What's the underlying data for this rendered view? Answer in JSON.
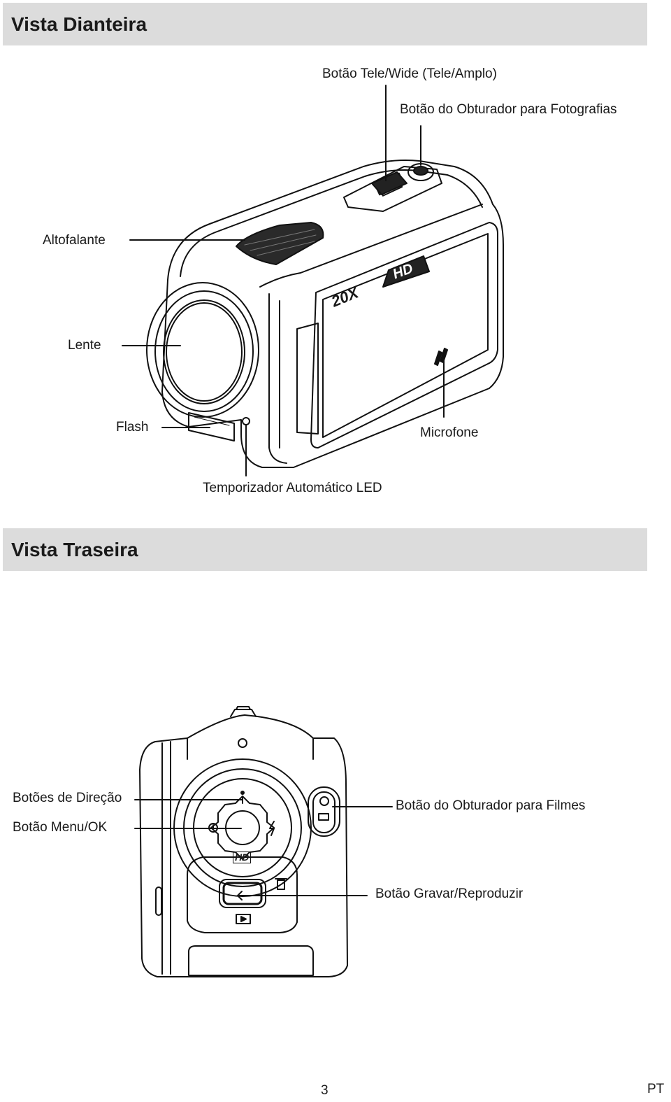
{
  "front": {
    "title": "Vista Dianteira",
    "labels": {
      "tele_wide": "Botão Tele/Wide (Tele/Amplo)",
      "photo_shutter": "Botão do Obturador para Fotografias",
      "speaker": "Altofalante",
      "lens": "Lente",
      "flash": "Flash",
      "microphone": "Microfone",
      "self_timer": "Temporizador Automático LED"
    },
    "badges": {
      "zoom": "20X",
      "hd": "HD"
    }
  },
  "back": {
    "title": "Vista Traseira",
    "labels": {
      "direction": "Botões de Direção",
      "menu_ok": "Botão Menu/OK",
      "movie_shutter": "Botão do Obturador para Filmes",
      "record_play": "Botão Gravar/Reproduzir"
    },
    "badges": {
      "hd": "HD"
    }
  },
  "footer": {
    "page_number": "3",
    "language": "PT"
  }
}
